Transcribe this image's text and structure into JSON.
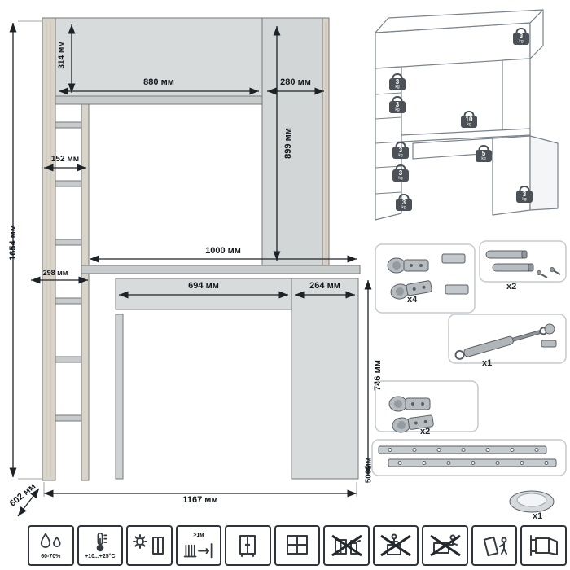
{
  "diagram": {
    "dims": {
      "total_height": "1654 мм",
      "top_cabinet_height": "314 мм",
      "top_width": "880 мм",
      "top_right_width": "280 мм",
      "right_column_height": "899 мм",
      "upper_shelf_width": "152 мм",
      "desk_width": "1000 мм",
      "lower_shelf_width": "298 мм",
      "drawer_width": "694 мм",
      "pedestal_width": "264 мм",
      "desk_height": "746 мм",
      "depth": "602 мм",
      "total_width": "1167 мм"
    }
  },
  "load": {
    "unit": "kg",
    "weights": [
      {
        "value": "3"
      },
      {
        "value": "3"
      },
      {
        "value": "3"
      },
      {
        "value": "3"
      },
      {
        "value": "3"
      },
      {
        "value": "3"
      },
      {
        "value": "10"
      },
      {
        "value": "5"
      },
      {
        "value": "3"
      }
    ]
  },
  "hardware": {
    "hinges_top": {
      "icon": "cup-hinge-icon",
      "qty": "x4"
    },
    "dampers": {
      "icon": "damper-icon",
      "qty": "x2"
    },
    "gas_lift": {
      "icon": "gas-lift-icon",
      "qty": "x1"
    },
    "hinges_bottom": {
      "icon": "cup-hinge-icon",
      "qty": "x2"
    },
    "slides": {
      "icon": "drawer-slides-icon",
      "length": "500мм"
    },
    "bowl": {
      "icon": "round-bowl-icon",
      "qty": "x1"
    }
  },
  "care": {
    "items": [
      {
        "icon": "humidity-icon",
        "label": "60-70%"
      },
      {
        "icon": "temperature-icon",
        "label": "+10...+25°C"
      },
      {
        "icon": "sunlight-icon",
        "label": ""
      },
      {
        "icon": "heater-distance-icon",
        "label": ">1м"
      },
      {
        "icon": "wardrobe-icon",
        "label": ""
      },
      {
        "icon": "window-icon",
        "label": ""
      },
      {
        "icon": "no-solvents-icon",
        "label": ""
      },
      {
        "icon": "no-climbing-icon",
        "label": ""
      },
      {
        "icon": "no-sitting-icon",
        "label": ""
      },
      {
        "icon": "tipover-warning-icon",
        "label": ""
      },
      {
        "icon": "wall-mount-icon",
        "label": ""
      }
    ]
  }
}
